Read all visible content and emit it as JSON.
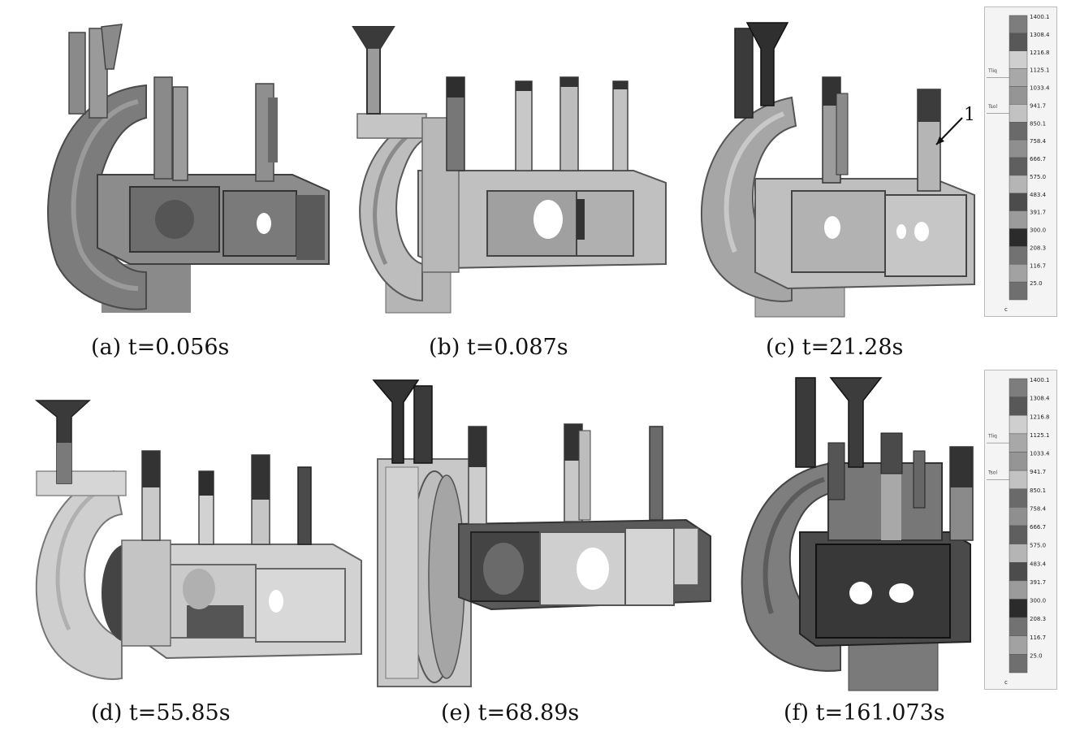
{
  "panels": [
    {
      "label": "(a) t=0.056s"
    },
    {
      "label": "(b) t=0.087s"
    },
    {
      "label": "(c) t=21.28s"
    },
    {
      "label": "(d) t=55.85s"
    },
    {
      "label": "(e) t=68.89s"
    },
    {
      "label": "(f) t=161.073s"
    }
  ],
  "callout": {
    "label": "1"
  },
  "legend": {
    "ticks": [
      "1400.1",
      "1308.4",
      "1216.8",
      "1125.1",
      "1033.4",
      "941.7",
      "850.1",
      "758.4",
      "666.7",
      "575.0",
      "483.4",
      "391.7",
      "300.0",
      "208.3",
      "116.7",
      "25.0"
    ],
    "unit": "c",
    "liq": "Tliq",
    "sol": "Tsol",
    "colors": [
      "#7d7d7d",
      "#585858",
      "#cfcfcf",
      "#a8a8a8",
      "#959595",
      "#c2c2c2",
      "#6a6a6a",
      "#8f8f8f",
      "#5f5f5f",
      "#b5b5b5",
      "#4c4c4c",
      "#9b9b9b",
      "#2b2b2b",
      "#727272",
      "#a2a2a2",
      "#6f6f6f"
    ]
  }
}
